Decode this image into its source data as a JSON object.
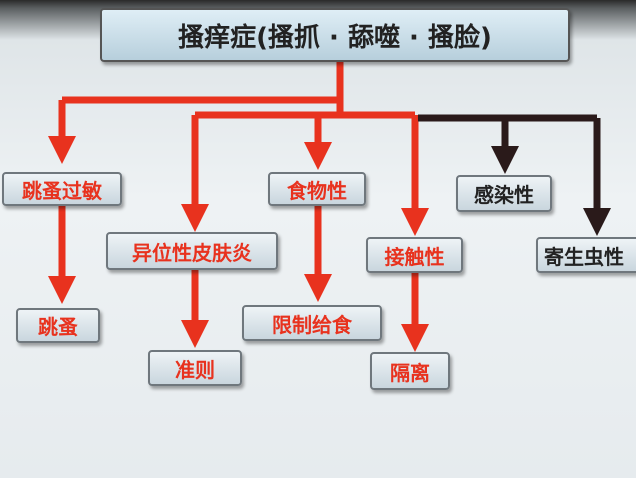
{
  "title": "搔痒症(搔抓 · 舔噬 · 搔脸)",
  "colors": {
    "red_arrow": "#e8321e",
    "dark_arrow": "#2a1a1a",
    "red_text": "#e8321e"
  },
  "nodes": {
    "flea_allergy": "跳蚤过敏",
    "atopic": "异位性皮肤炎",
    "food": "食物性",
    "contact": "接触性",
    "infectious": "感染性",
    "parasitic": "寄生虫性",
    "flea": "跳蚤",
    "criteria": "准则",
    "restricted_diet": "限制给食",
    "isolation": "隔离"
  }
}
